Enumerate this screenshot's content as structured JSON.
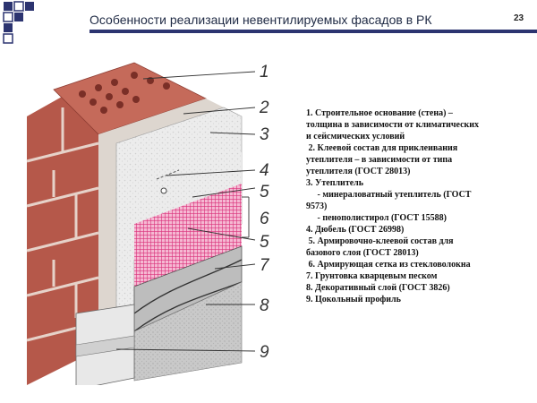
{
  "slide": {
    "title": "Особенности реализации невентилируемых фасадов в РК",
    "page_number": "23"
  },
  "diagram": {
    "labels": [
      "1",
      "2",
      "3",
      "4",
      "5",
      "6",
      "5",
      "7",
      "8",
      "9"
    ]
  },
  "legend": {
    "lines": [
      "1. Строительное основание (стена) –",
      "толщина в зависимости от климатических",
      "и сейсмических условий",
      " 2. Клеевой состав для приклеивания",
      "утеплителя – в зависимости от типа",
      "утеплителя (ГОСТ 28013)",
      "3. Утеплитель",
      "     - минераловатный утеплитель (ГОСТ",
      "9573)",
      "     - пенополистирол (ГОСТ 15588)",
      "4. Дюбель (ГОСТ 26998)",
      " 5. Армировочно-клеевой состав для",
      "базового слоя (ГОСТ 28013)",
      " 6. Армирующая сетка из стекловолокна",
      "7. Грунтовка кварцевым песком",
      "8. Декоративный слой (ГОСТ 3826)",
      "9. Цокольный профиль"
    ]
  },
  "colors": {
    "brick": "#b5584a",
    "mesh": "#d9307a",
    "title_bar": "#2c3470"
  }
}
